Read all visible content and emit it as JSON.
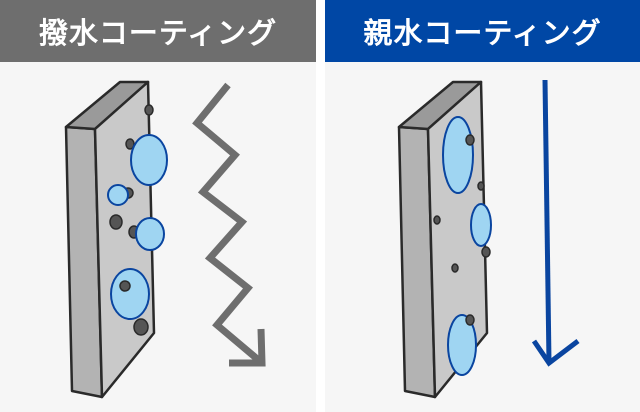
{
  "panels": [
    {
      "title": "撥水コーティング",
      "header_color": "#6e6e6e",
      "arrow": "zigzag-arrow"
    },
    {
      "title": "親水コーティング",
      "header_color": "#0047a5",
      "arrow": "straight-down-arrow"
    }
  ],
  "colors": {
    "droplet_fill": "#9fd5f2",
    "droplet_stroke": "#0a45a0",
    "plate_front": "#c9c9c9",
    "plate_side": "#b3b3b3",
    "plate_top": "#9a9a9a",
    "dirt": "#555555"
  }
}
